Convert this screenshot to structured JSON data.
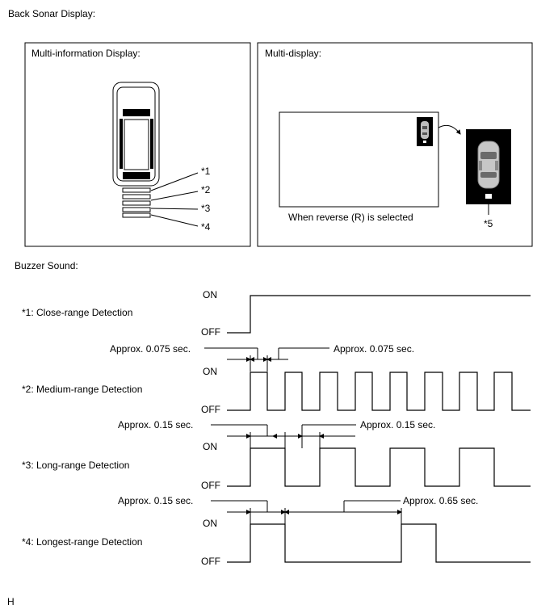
{
  "title": "Back Sonar Display:",
  "panels": {
    "mid": {
      "label": "Multi-information Display:"
    },
    "md": {
      "label": "Multi-display:",
      "caption": "When reverse (R) is selected"
    }
  },
  "callouts": [
    "*1",
    "*2",
    "*3",
    "*4",
    "*5"
  ],
  "buzzer": {
    "title": "Buzzer Sound:",
    "on_label": "ON",
    "off_label": "OFF",
    "detections": [
      {
        "label": "*1: Close-range Detection"
      },
      {
        "label": "*2: Medium-range Detection",
        "left_note": "Approx. 0.075 sec.",
        "right_note": "Approx. 0.075 sec."
      },
      {
        "label": "*3: Long-range Detection",
        "left_note": "Approx. 0.15 sec.",
        "right_note": "Approx. 0.15 sec."
      },
      {
        "label": "*4: Longest-range Detection",
        "left_note": "Approx. 0.15 sec.",
        "right_note": "Approx. 0.65 sec."
      }
    ]
  },
  "corner_code": "H"
}
